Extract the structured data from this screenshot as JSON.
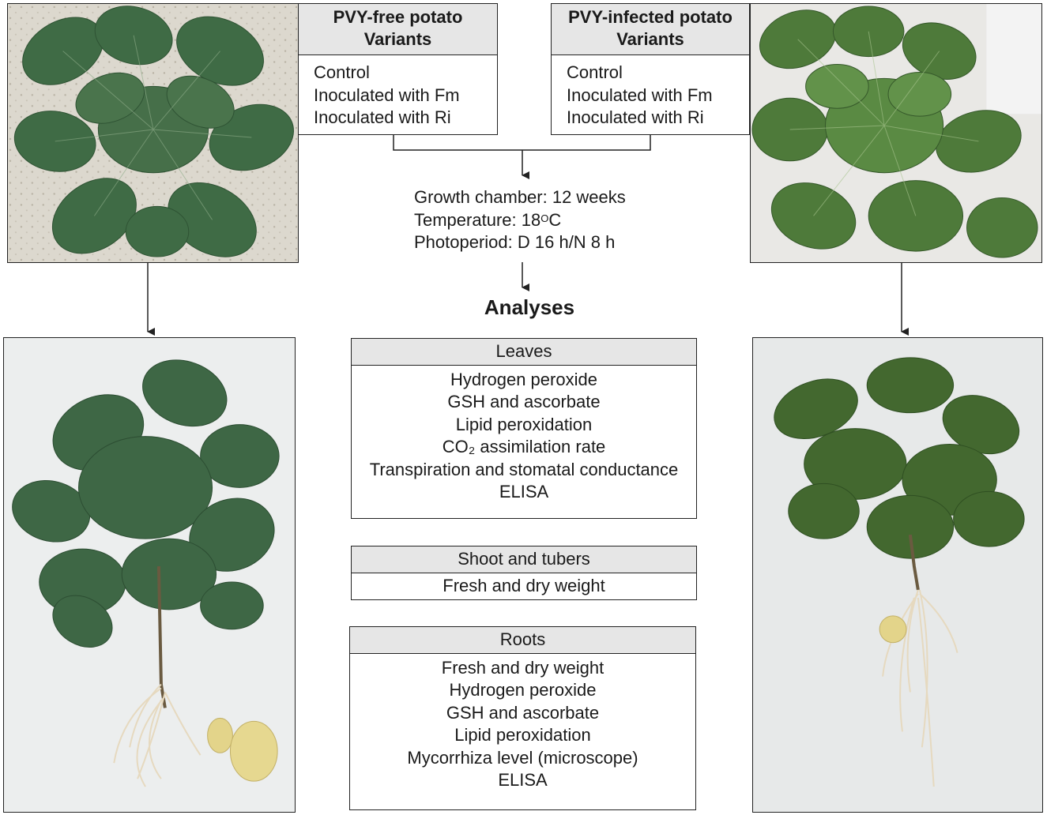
{
  "variants_free": {
    "title_line1": "PVY-free potato",
    "title_line2": "Variants",
    "items": [
      "Control",
      "Inoculated with Fm",
      "Inoculated with Ri"
    ]
  },
  "variants_infected": {
    "title_line1": "PVY-infected potato",
    "title_line2": "Variants",
    "items": [
      "Control",
      "Inoculated with Fm",
      "Inoculated with Ri"
    ]
  },
  "conditions": {
    "growth": "Growth chamber: 12 weeks",
    "temp_prefix": "Temperature: 18",
    "temp_sup": "O",
    "temp_suffix": "C",
    "photoperiod": "Photoperiod: D 16 h/N 8 h"
  },
  "analyses": {
    "title": "Analyses",
    "leaves": {
      "header": "Leaves",
      "items": [
        "Hydrogen peroxide",
        "GSH and ascorbate",
        "Lipid peroxidation",
        "CO₂ assimilation rate",
        "Transpiration and stomatal conductance",
        "ELISA"
      ]
    },
    "shoot": {
      "header": "Shoot and tubers",
      "items": [
        "Fresh and dry weight"
      ]
    },
    "roots": {
      "header": "Roots",
      "items": [
        "Fresh and dry weight",
        "Hydrogen peroxide",
        "GSH and ascorbate",
        "Lipid peroxidation",
        "Mycorrhiza level (microscope)",
        "ELISA"
      ]
    }
  },
  "colors": {
    "header_fill": "#e6e6e6",
    "leaf_healthy": "#3f6b45",
    "leaf_infected": "#4e7a3a",
    "root": "#e8dcc4",
    "tuber": "#e3d48a"
  }
}
